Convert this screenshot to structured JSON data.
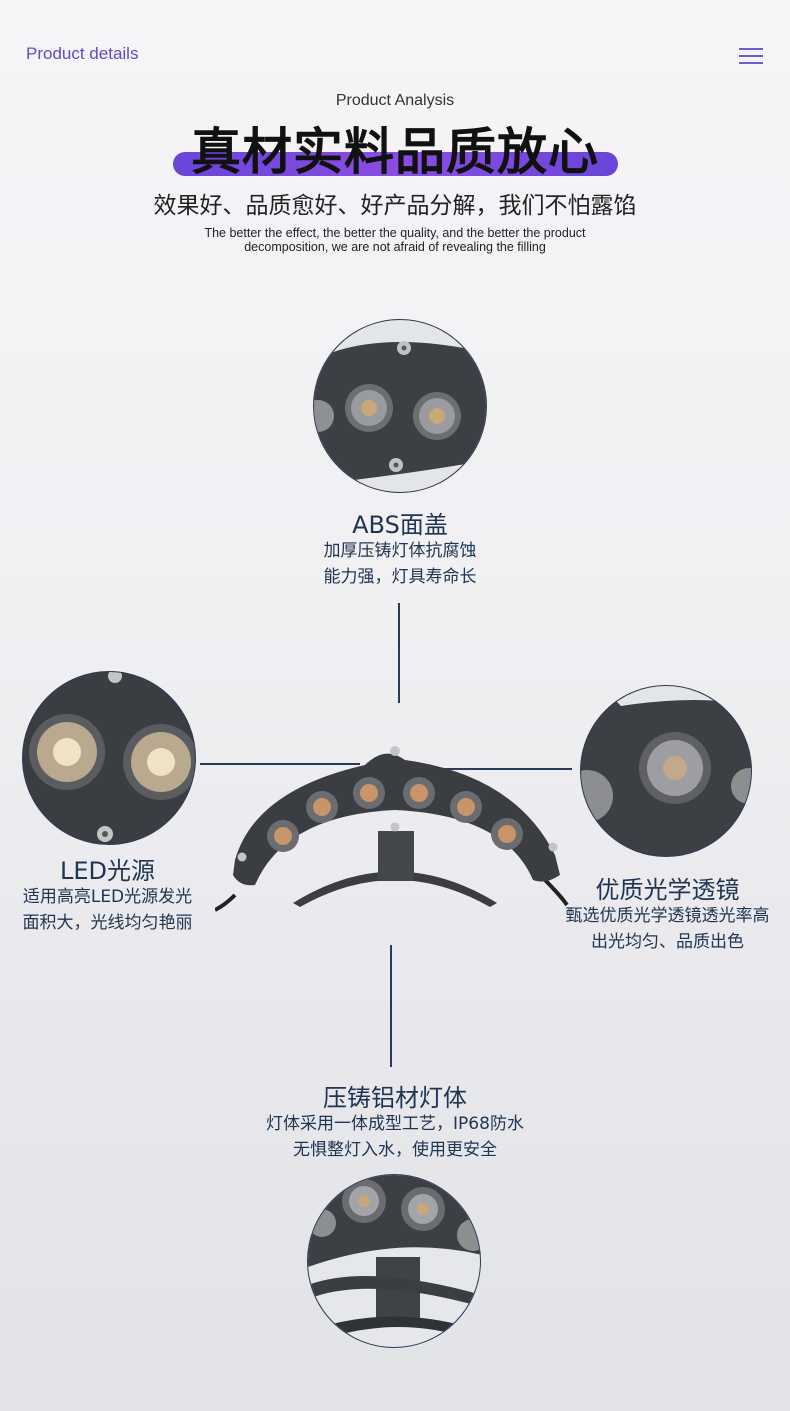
{
  "header": {
    "title": "Product details",
    "menu_icon": "hamburger-menu-icon"
  },
  "intro": {
    "subtitle_en": "Product Analysis",
    "hero_title": "真材实料品质放心",
    "tagline_cn": "效果好、品质愈好、好产品分解，我们不怕露馅",
    "tagline_en_line1": "The better the effect, the better the quality, and the better the product",
    "tagline_en_line2": "decomposition, we are not afraid of revealing the filling"
  },
  "features": {
    "abs": {
      "title": "ABS面盖",
      "desc1": "加厚压铸灯体抗腐蚀",
      "desc2": "能力强，灯具寿命长"
    },
    "led": {
      "title": "LED光源",
      "desc1": "适用高亮LED光源发光",
      "desc2": "面积大，光线均匀艳丽"
    },
    "lens": {
      "title": "优质光学透镜",
      "desc1": "甄选优质光学透镜透光率高",
      "desc2": "出光均匀、品质出色"
    },
    "body": {
      "title": "压铸铝材灯体",
      "desc1": "灯体采用一体成型工艺，IP68防水",
      "desc2": "无惧整灯入水，使用更安全"
    }
  },
  "colors": {
    "accent": "#6b5cd6",
    "text": "#203552",
    "line": "#2c3a5a"
  }
}
